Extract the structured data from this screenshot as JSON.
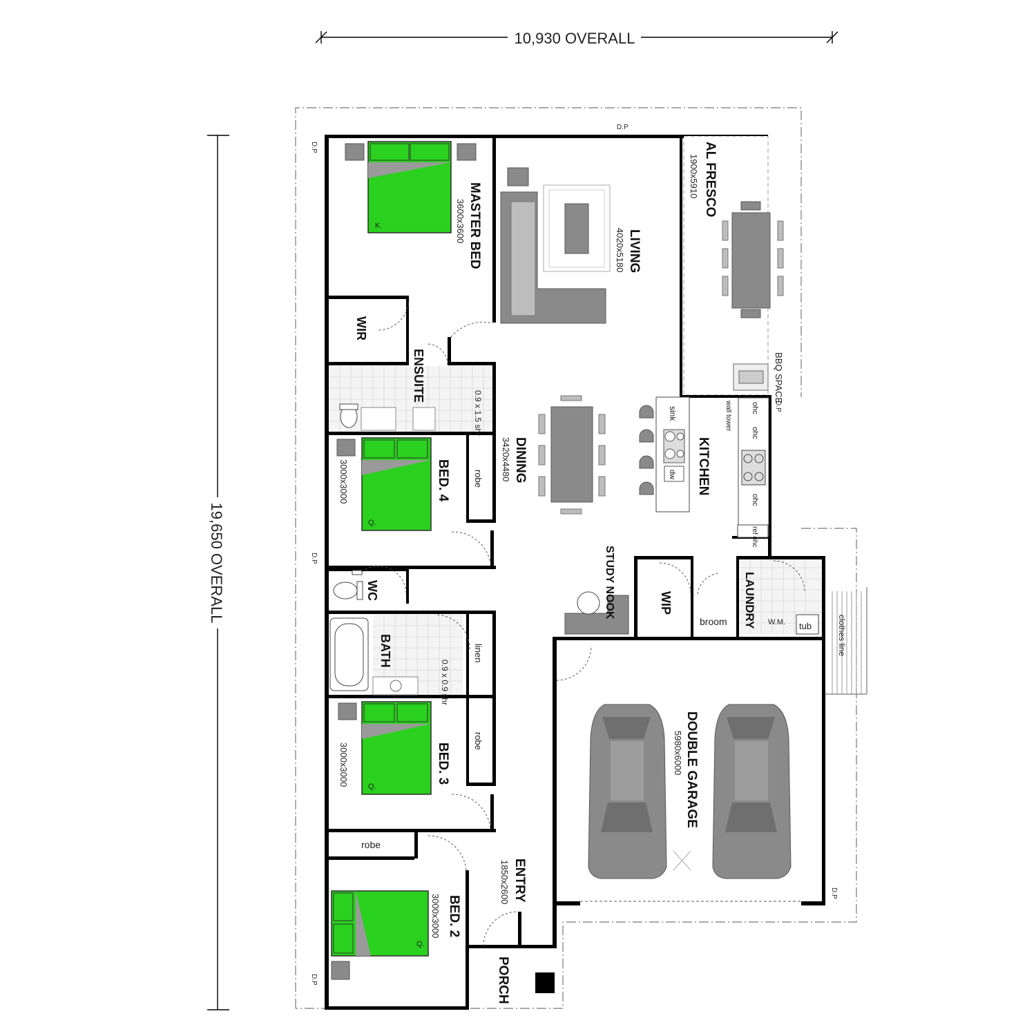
{
  "dimensions": {
    "overall_width": "10,930 OVERALL",
    "overall_depth": "19,650 OVERALL"
  },
  "rooms": {
    "master_bed": {
      "name": "MASTER BED",
      "size": "3600x3600"
    },
    "living": {
      "name": "LIVING",
      "size": "4020x5180"
    },
    "alfresco": {
      "name": "AL FRESCO",
      "size": "1900x5910"
    },
    "wir": {
      "name": "WIR"
    },
    "ensuite": {
      "name": "ENSUITE"
    },
    "ensuite_shower": "0.9 x 1.5 shr",
    "dining": {
      "name": "DINING",
      "size": "3420x4480"
    },
    "kitchen": {
      "name": "KITCHEN"
    },
    "bed4": {
      "name": "BED. 4",
      "size": "3000x3000"
    },
    "wc": {
      "name": "WC"
    },
    "bath": {
      "name": "BATH"
    },
    "bath_shower": "0.9 x 0.9 shr",
    "bed3": {
      "name": "BED. 3",
      "size": "3000x3000"
    },
    "bed2": {
      "name": "BED. 2",
      "size": "3000x3000"
    },
    "entry": {
      "name": "ENTRY",
      "size": "1850x2600"
    },
    "porch": {
      "name": "PORCH"
    },
    "study_nook": {
      "name": "STUDY NOOK"
    },
    "wip": {
      "name": "WIP"
    },
    "laundry": {
      "name": "LAUNDRY"
    },
    "garage": {
      "name": "DOUBLE GARAGE",
      "size": "5980x6000"
    }
  },
  "fixtures": {
    "robe": "robe",
    "linen": "linen",
    "broom": "broom",
    "tub": "tub",
    "wm": "W.M.",
    "sink": "sink",
    "dw": "dw",
    "ohc": "ohc",
    "ref_ohc": "ref ohc",
    "wall_tower": "wall tower",
    "bbq": "BBQ SPACE",
    "clothes_line": "clothes line",
    "dp": "D.P",
    "bed_king": "K.",
    "bed_queen": "Q."
  }
}
